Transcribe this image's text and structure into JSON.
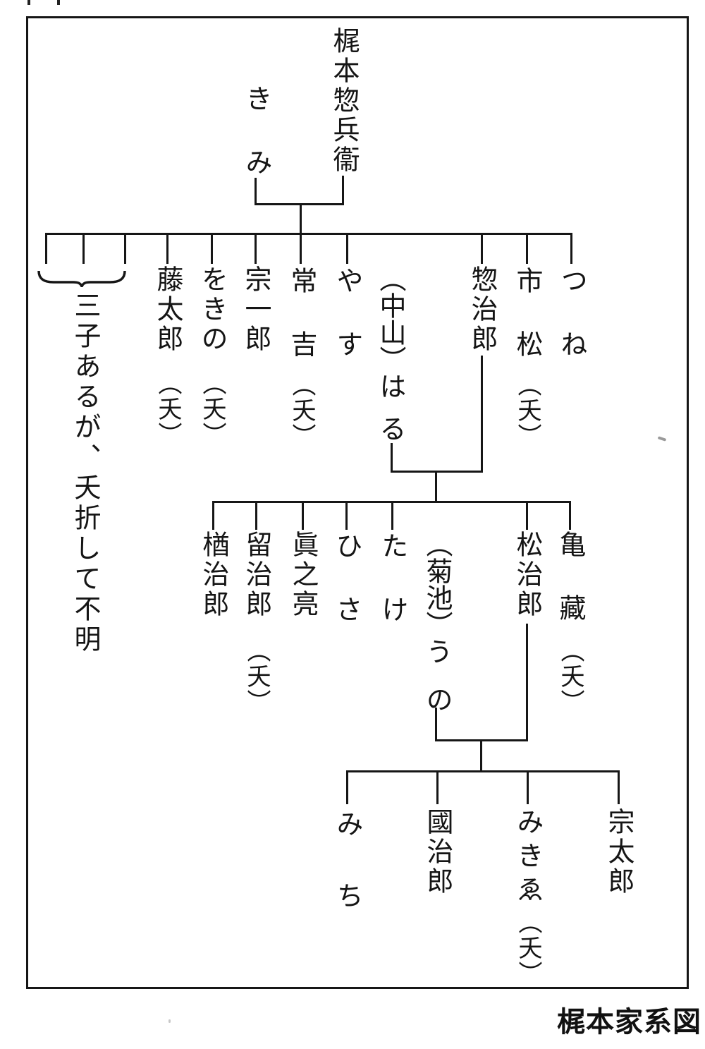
{
  "caption": "梶本家系図",
  "tree": {
    "progenitor": {
      "name": "梶本惣兵衞"
    },
    "progenitor_wife": {
      "name": "きみ"
    },
    "unnamed_children_note": "三子あるが、夭折して不明",
    "deceased_marker": "（夭）",
    "gen1": [
      {
        "name": "つね"
      },
      {
        "name": "市松",
        "marker": "（夭）"
      },
      {
        "name": "惣治郎"
      },
      {
        "name_main": "（中山）は",
        "name_tail": "る"
      },
      {
        "name": "やす"
      },
      {
        "name": "常吉",
        "marker": "（夭）"
      },
      {
        "name": "宗一郎"
      },
      {
        "name": "をきの",
        "marker": "（夭）"
      },
      {
        "name": "藤太郎",
        "marker": "（夭）"
      }
    ],
    "gen2": [
      {
        "name": "亀藏",
        "marker": "（夭）"
      },
      {
        "name": "松治郎"
      },
      {
        "name_main": "（菊池）う",
        "name_tail": "の"
      },
      {
        "name": "たけ"
      },
      {
        "name": "ひさ"
      },
      {
        "name": "眞之亮"
      },
      {
        "name": "留治郎",
        "marker": "（夭）"
      },
      {
        "name": "楢治郎"
      }
    ],
    "gen3": [
      {
        "name": "宗太郎"
      },
      {
        "name": "みきゑ",
        "marker": "（夭）"
      },
      {
        "name": "國治郎"
      },
      {
        "name": "みち"
      }
    ]
  }
}
